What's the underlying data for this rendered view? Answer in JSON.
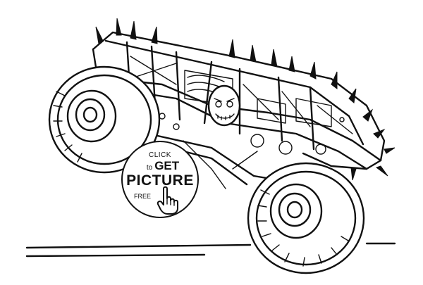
{
  "cta": {
    "click": "CLICK",
    "to": "to",
    "get": "GET",
    "picture": "PICTURE",
    "free": "FREE"
  },
  "icons": {
    "pointer": "hand-pointer-icon"
  },
  "colors": {
    "ink": "#111111",
    "paper": "#ffffff"
  }
}
